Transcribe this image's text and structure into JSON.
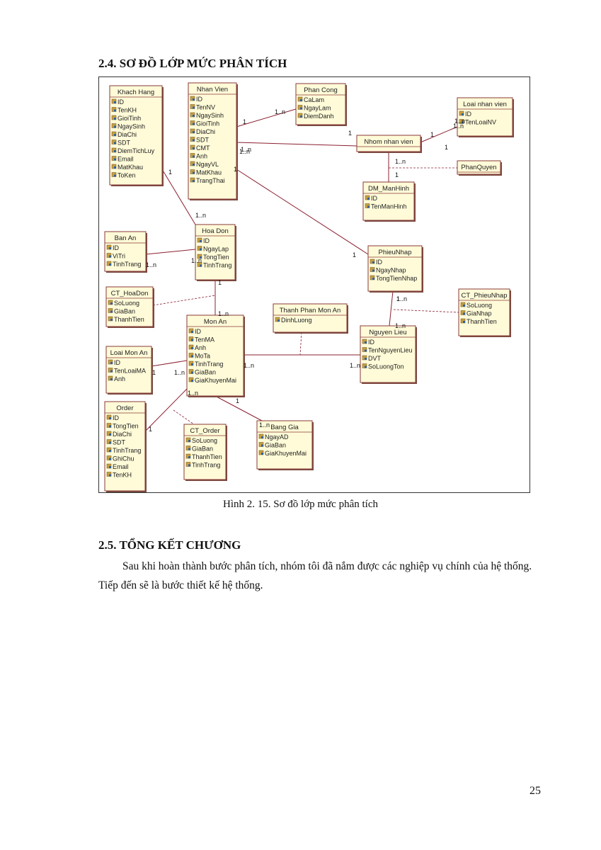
{
  "section_24_title": "2.4. SƠ ĐỒ LỚP MỨC PHÂN TÍCH",
  "figure_caption": "Hình 2. 15. Sơ đồ lớp mức phân tích",
  "section_25_title": "2.5. TỔNG KẾT CHƯƠNG",
  "paragraph": "Sau khi hoàn thành bước phân tích, nhóm tôi đã nắm được các nghiệp vụ chính của hệ thống. Tiếp đến sẽ là bước thiết kế hệ thống.",
  "page_number": "25",
  "classes": [
    {
      "name": "Khach Hang",
      "attrs": [
        "ID",
        "TenKH",
        "GioiTinh",
        "NgaySinh",
        "DiaChi",
        "SDT",
        "DiemTichLuy",
        "Email",
        "MatKhau",
        "ToKen"
      ]
    },
    {
      "name": "Nhan Vien",
      "attrs": [
        "ID",
        "TenNV",
        "NgaySinh",
        "GioiTinh",
        "DiaChi",
        "SDT",
        "CMT",
        "Anh",
        "NgayVL",
        "MatKhau",
        "TrangThai"
      ]
    },
    {
      "name": "Phan Cong",
      "attrs": [
        "CaLam",
        "NgayLam",
        "DiemDanh"
      ]
    },
    {
      "name": "Loai nhan vien",
      "attrs": [
        "ID",
        "TenLoaiNV"
      ]
    },
    {
      "name": "Nhom nhan vien",
      "attrs": []
    },
    {
      "name": "PhanQuyen",
      "attrs": []
    },
    {
      "name": "DM_ManHinh",
      "attrs": [
        "ID",
        "TenManHinh"
      ]
    },
    {
      "name": "Ban An",
      "attrs": [
        "ID",
        "ViTri",
        "TinhTrang"
      ]
    },
    {
      "name": "Hoa Don",
      "attrs": [
        "ID",
        "NgayLap",
        "TongTien",
        "TinhTrang"
      ]
    },
    {
      "name": "PhieuNhap",
      "attrs": [
        "ID",
        "NgayNhap",
        "TongTienNhap"
      ]
    },
    {
      "name": "CT_HoaDon",
      "attrs": [
        "SoLuong",
        "GiaBan",
        "ThanhTien"
      ]
    },
    {
      "name": "CT_PhieuNhap",
      "attrs": [
        "SoLuong",
        "GiaNhap",
        "ThanhTien"
      ]
    },
    {
      "name": "Thanh Phan Mon An",
      "attrs": [
        "DinhLuong"
      ]
    },
    {
      "name": "Mon An",
      "attrs": [
        "ID",
        "TenMA",
        "Anh",
        "MoTa",
        "TinhTrang",
        "GiaBan",
        "GiaKhuyenMai"
      ]
    },
    {
      "name": "Nguyen Lieu",
      "attrs": [
        "ID",
        "TenNguyenLieu",
        "DVT",
        "SoLuongTon"
      ]
    },
    {
      "name": "Loai Mon An",
      "attrs": [
        "ID",
        "TenLoaiMA",
        "Anh"
      ]
    },
    {
      "name": "Order",
      "attrs": [
        "ID",
        "TongTien",
        "DiaChi",
        "SDT",
        "TinhTrang",
        "GhiChu",
        "Email",
        "TenKH"
      ]
    },
    {
      "name": "CT_Order",
      "attrs": [
        "SoLuong",
        "GiaBan",
        "ThanhTien",
        "TinhTrang"
      ]
    },
    {
      "name": "Bang Gia",
      "attrs": [
        "NgayAD",
        "GiaBan",
        "GiaKhuyenMai"
      ]
    }
  ],
  "multiplicities": [
    "1..n",
    "1",
    "1",
    "1",
    "1..n",
    "1",
    "1..n",
    "1",
    "1..n",
    "1",
    "1",
    "1..n",
    "1..n",
    "1",
    "1..n",
    "1..n",
    "1..n",
    "1..n",
    "1..n",
    "1",
    "1..n",
    "1",
    "1",
    "1..n",
    "1",
    "1..n",
    "1..n",
    "1",
    "1..n",
    "1..n"
  ]
}
